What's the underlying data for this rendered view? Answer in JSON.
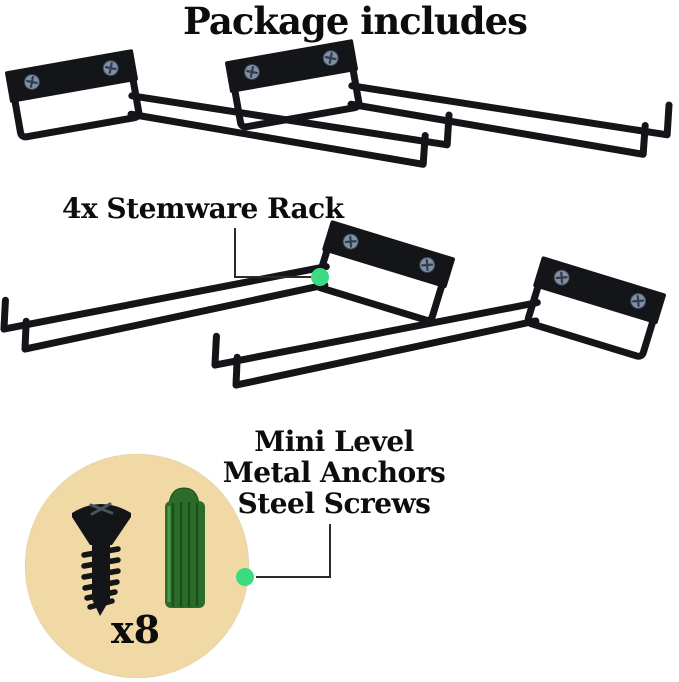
{
  "title": "Package includes",
  "stemware_callout": {
    "label": "4x Stemware Rack",
    "quantity": 4
  },
  "hardware_callout": {
    "lines": [
      "Mini Level",
      "Metal Anchors",
      "Steel Screws"
    ],
    "quantity": "x8"
  },
  "illustrations": {
    "racks_shown": 4,
    "hardware_shown": [
      "steel-screw",
      "wall-anchor"
    ]
  },
  "colors": {
    "accent_green": "#3cdb82",
    "circle_fill": "#f1d9a5",
    "metal": "#141519",
    "anchor_green": "#2b6c2a",
    "anchor_rib": "#1a4f19",
    "anchor_highlight": "#4e9a4a",
    "callout_line": "#2b2b2b",
    "text": "#0d0d0d",
    "background": "#ffffff",
    "bracket_screw": "#7e8fa6"
  }
}
